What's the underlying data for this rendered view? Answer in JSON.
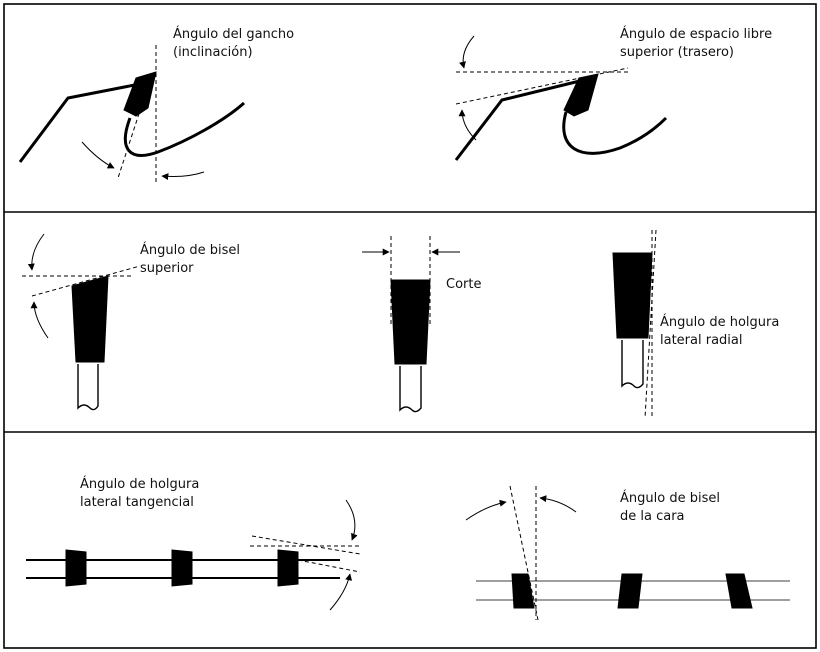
{
  "labels": {
    "hook_angle": [
      "Ángulo del gancho",
      "(inclinación)"
    ],
    "top_clearance": [
      "Ángulo de espacio libre",
      "superior (trasero)"
    ],
    "top_bevel": [
      "Ángulo de bisel",
      "superior"
    ],
    "kerf": "Corte",
    "radial_clearance": [
      "Ángulo de holgura",
      "lateral radial"
    ],
    "tangential_clearance": [
      "Ángulo de holgura",
      "lateral tangencial"
    ],
    "face_bevel": [
      "Ángulo de bisel",
      "de la cara"
    ]
  }
}
